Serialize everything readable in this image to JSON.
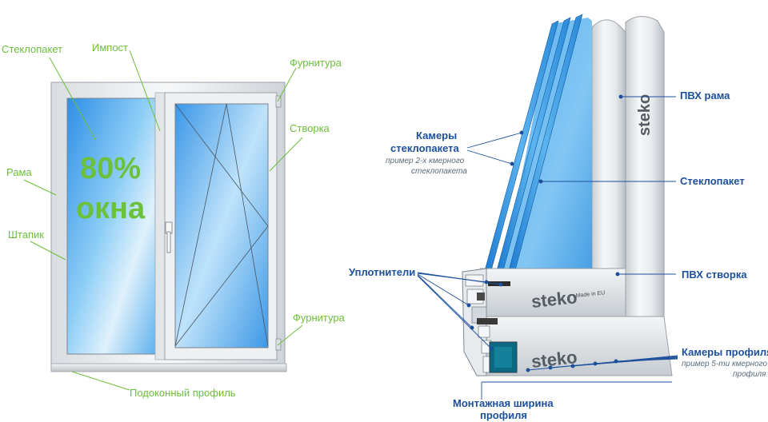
{
  "left_diagram": {
    "labels": {
      "steklopaket": "Стеклопакет",
      "impost": "Импост",
      "furnitura_top": "Фурнитура",
      "stvorka": "Створка",
      "rama": "Рама",
      "shtapik": "Штапик",
      "furnitura_bottom": "Фурнитура",
      "podokonny": "Подоконный профиль"
    },
    "glass_percent": "80%",
    "glass_word": "окна"
  },
  "right_diagram": {
    "labels": {
      "pvh_rama": "ПВХ рама",
      "kamery_steklopaketa_1": "Камеры",
      "kamery_steklopaketa_2": "стеклопакета",
      "kamery_steklopaketa_note_1": "пример 2-х кмерного",
      "kamery_steklopaketa_note_2": "стеклопакета",
      "steklopaket": "Стеклопакет",
      "uplotniteli": "Уплотнители",
      "pvh_stvorka": "ПВХ створка",
      "kamery_profilya": "Камеры профиля",
      "kamery_profilya_note_1": "пример 5-ти кмерного",
      "kamery_profilya_note_2": "профиля",
      "montazhnaya_1": "Монтажная ширина",
      "montazhnaya_2": "профиля"
    },
    "profile_print": {
      "brand": "steko",
      "made_in": "Made in EU"
    }
  },
  "colors": {
    "label_green": "#6cbf3a",
    "label_blue": "#1c4f9c",
    "glass_blue": "#3a9ae0",
    "frame_gray": "#c8cdd2"
  }
}
